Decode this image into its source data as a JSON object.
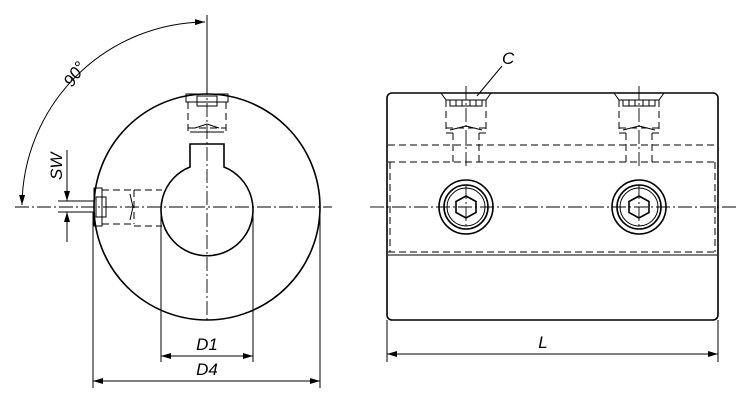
{
  "labels": {
    "angle": "90°",
    "sw": "SW",
    "d1": "D1",
    "d4": "D4",
    "c": "C",
    "l": "L"
  },
  "colors": {
    "fill": "#dcdcdc",
    "line": "#000000"
  }
}
